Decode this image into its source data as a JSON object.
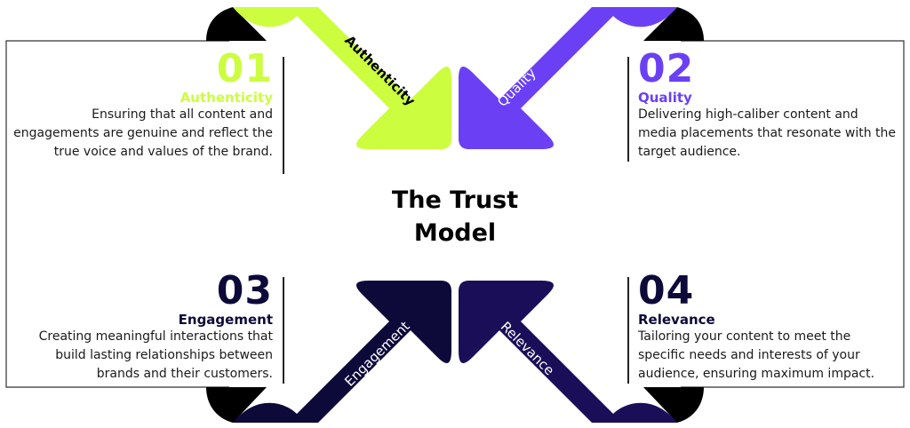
{
  "center_title": "The Trust Model",
  "colors": {
    "authenticity": "#ccfd3f",
    "quality": "#6b40f4",
    "engagement": "#0d0a3a",
    "relevance": "#1a0e58",
    "shadow": "#000000"
  },
  "items": [
    {
      "number": "01",
      "title": "Authenticity",
      "arrow_label": "Authenticity",
      "description": "Ensuring that all content and engagements are genuine and reflect the true voice and values of the brand."
    },
    {
      "number": "02",
      "title": "Quality",
      "arrow_label": "Quality",
      "description": "Delivering high-caliber content and media placements that resonate with the target audience."
    },
    {
      "number": "03",
      "title": "Engagement",
      "arrow_label": "Engagement",
      "description": "Creating meaningful interactions that build lasting relationships between brands and their customers."
    },
    {
      "number": "04",
      "title": "Relevance",
      "arrow_label": "Relevance",
      "description": "Tailoring your content to meet the specific needs and interests of your audience, ensuring maximum impact."
    }
  ]
}
